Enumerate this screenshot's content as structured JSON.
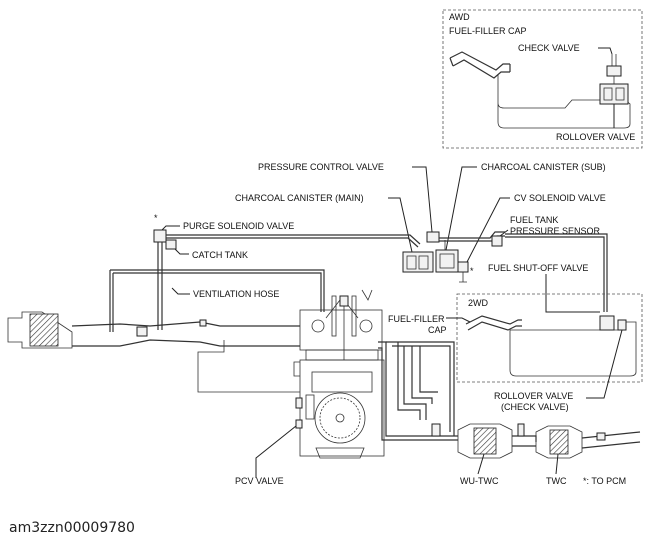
{
  "labels": {
    "awd": "AWD",
    "fuel_filler_cap_awd": "FUEL-FILLER CAP",
    "check_valve": "CHECK VALVE",
    "rollover_valve_awd": "ROLLOVER VALVE",
    "pressure_control_valve": "PRESSURE CONTROL VALVE",
    "charcoal_canister_sub": "CHARCOAL CANISTER (SUB)",
    "charcoal_canister_main": "CHARCOAL CANISTER (MAIN)",
    "cv_solenoid_valve": "CV SOLENOID VALVE",
    "asterisk_top": "*",
    "purge_solenoid_valve": "PURGE SOLENOID VALVE",
    "fuel_tank_pressure_sensor_1": "FUEL TANK",
    "fuel_tank_pressure_sensor_2": "PRESSURE SENSOR",
    "catch_tank": "CATCH TANK",
    "asterisk_cv": "*",
    "fuel_shutoff_valve": "FUEL SHUT-OFF VALVE",
    "ventilation_hose": "VENTILATION HOSE",
    "two_wd": "2WD",
    "fuel_filler_cap_2wd_1": "FUEL-FILLER",
    "fuel_filler_cap_2wd_2": "CAP",
    "rollover_valve_2wd_1": "ROLLOVER VALVE",
    "rollover_valve_2wd_2": "(CHECK VALVE)",
    "pcv_valve": "PCV VALVE",
    "wu_twc": "WU-TWC",
    "twc": "TWC",
    "to_pcm": "*: TO PCM",
    "figure_code": "am3zzn00009780"
  }
}
